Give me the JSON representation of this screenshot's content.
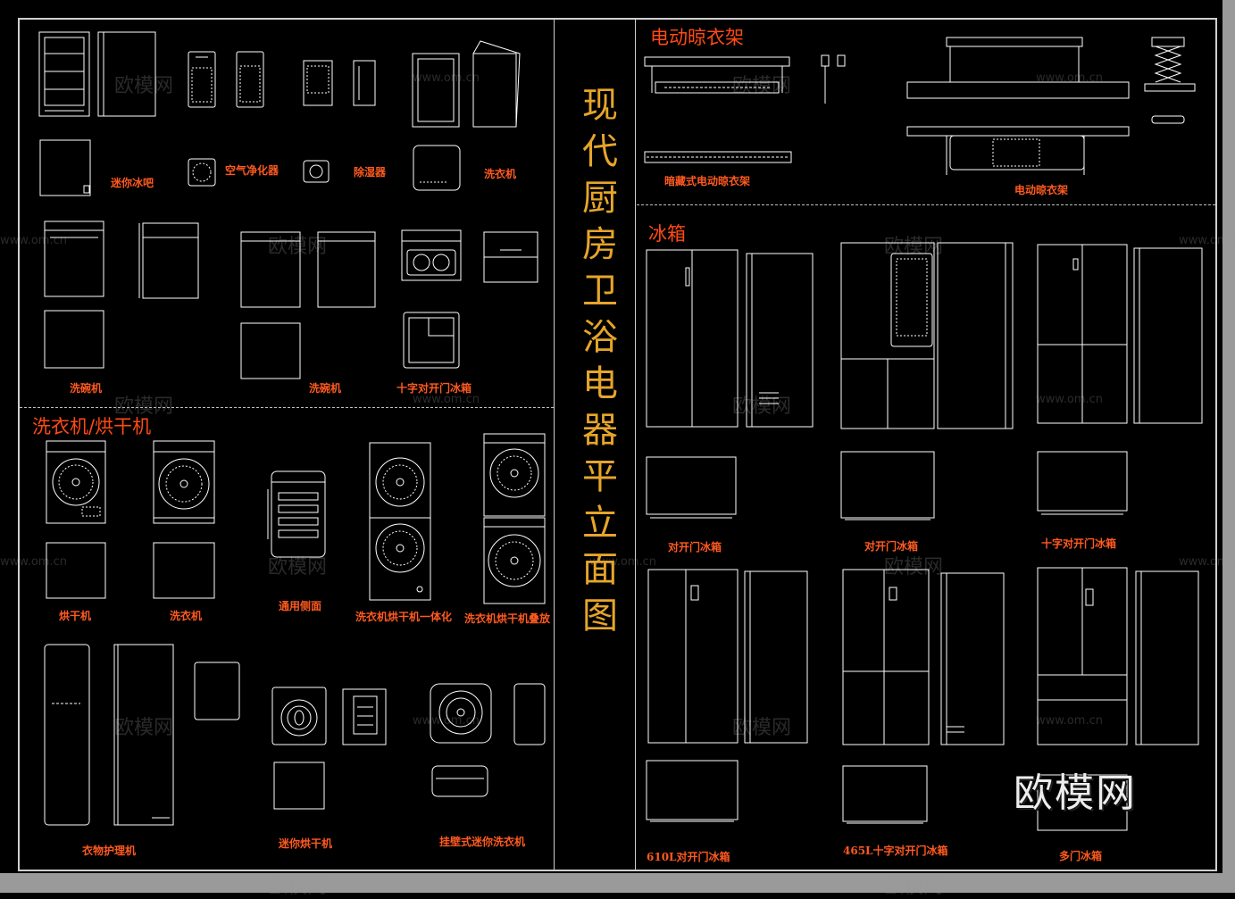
{
  "title": "现代厨房卫浴电器平立面图",
  "sections": {
    "drying_rack": "电动晾衣架",
    "washer_dryer": "洗衣机/烘干机",
    "fridge": "冰箱"
  },
  "labels": {
    "mini_freezer": "迷你冰吧",
    "air_purifier": "空气净化器",
    "dehumidifier": "除湿器",
    "washer_top": "洗衣机",
    "dishwasher_1": "洗碗机",
    "dishwasher_2": "洗碗机",
    "cross_fridge_top": "十字对开门冰箱",
    "dryer": "烘干机",
    "washer": "洗衣机",
    "side_view": "通用侧面",
    "washer_dryer_combo": "洗衣机烘干机一体化",
    "washer_dryer_stack": "洗衣机烘干机叠放",
    "clothes_care": "衣物护理机",
    "mini_dryer": "迷你烘干机",
    "wall_mini_washer": "挂壁式迷你洗衣机",
    "hidden_rack": "暗藏式电动晾衣架",
    "electric_rack": "电动晾衣架",
    "double_door_1": "对开门冰箱",
    "double_door_2": "对开门冰箱",
    "cross_door": "十字对开门冰箱",
    "fridge_610": "610L对开门冰箱",
    "fridge_465": "465L十字对开门冰箱",
    "multi_door": "多门冰箱"
  },
  "watermark": {
    "text": "欧模网",
    "url": "www.om.cn"
  },
  "brand": "欧模网",
  "colors": {
    "line": "#ffffff",
    "label": "#ff5a1f",
    "title": "#e6a52a",
    "frame": "#cfcfcf"
  }
}
